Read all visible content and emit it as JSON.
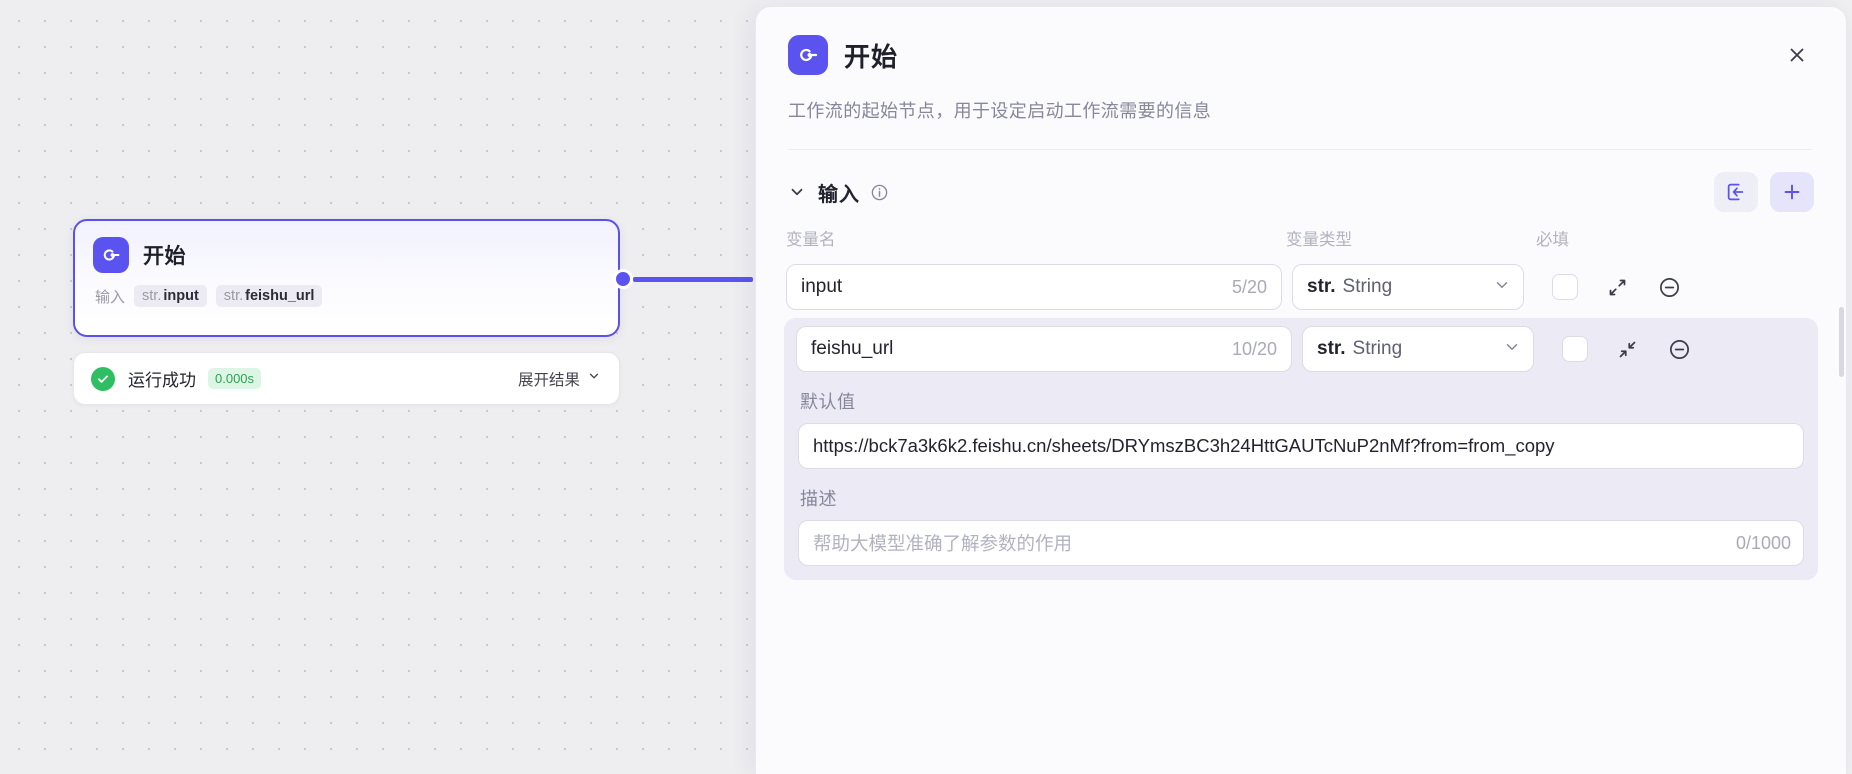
{
  "canvas": {
    "node": {
      "icon": "start-node-icon",
      "title": "开始",
      "vars_label": "输入",
      "tags": [
        {
          "prefix": "str.",
          "name": "input"
        },
        {
          "prefix": "str.",
          "name": "feishu_url"
        }
      ]
    },
    "status": {
      "icon": "success-check-icon",
      "text": "运行成功",
      "duration": "0.000s",
      "expand_label": "展开结果",
      "expand_icon": "chevron-down-icon"
    }
  },
  "panel": {
    "icon": "start-node-icon",
    "title": "开始",
    "description": "工作流的起始节点，用于设定启动工作流需要的信息",
    "close_icon": "close-icon",
    "section": {
      "toggle_icon": "chevron-down-icon",
      "title": "输入",
      "info_icon": "info-circle-icon",
      "import_icon": "import-variable-icon",
      "add_icon": "plus-icon"
    },
    "columns": {
      "name": "变量名",
      "type": "变量类型",
      "required": "必填"
    },
    "rows": [
      {
        "name": "input",
        "counter": "5/20",
        "type_prefix": "str.",
        "type_name": "String",
        "required_checked": false,
        "expand_icon": "expand-arrows-icon",
        "remove_icon": "minus-circle-icon",
        "expanded": false
      },
      {
        "name": "feishu_url",
        "counter": "10/20",
        "type_prefix": "str.",
        "type_name": "String",
        "required_checked": false,
        "expand_icon": "collapse-arrows-icon",
        "remove_icon": "minus-circle-icon",
        "expanded": true,
        "default_label": "默认值",
        "default_value": "https://bck7a3k6k2.feishu.cn/sheets/DRYmszBC3h24HttGAUTcNuP2nMf?from=from_copy",
        "desc_label": "描述",
        "desc_placeholder": "帮助大模型准确了解参数的作用",
        "desc_counter": "0/1000"
      }
    ]
  },
  "colors": {
    "accent": "#5b53ef",
    "success": "#2fbf62",
    "panel_bg": "#fbfbfe",
    "canvas_bg": "#eeeef0",
    "row_highlight": "#ebeaf5"
  }
}
